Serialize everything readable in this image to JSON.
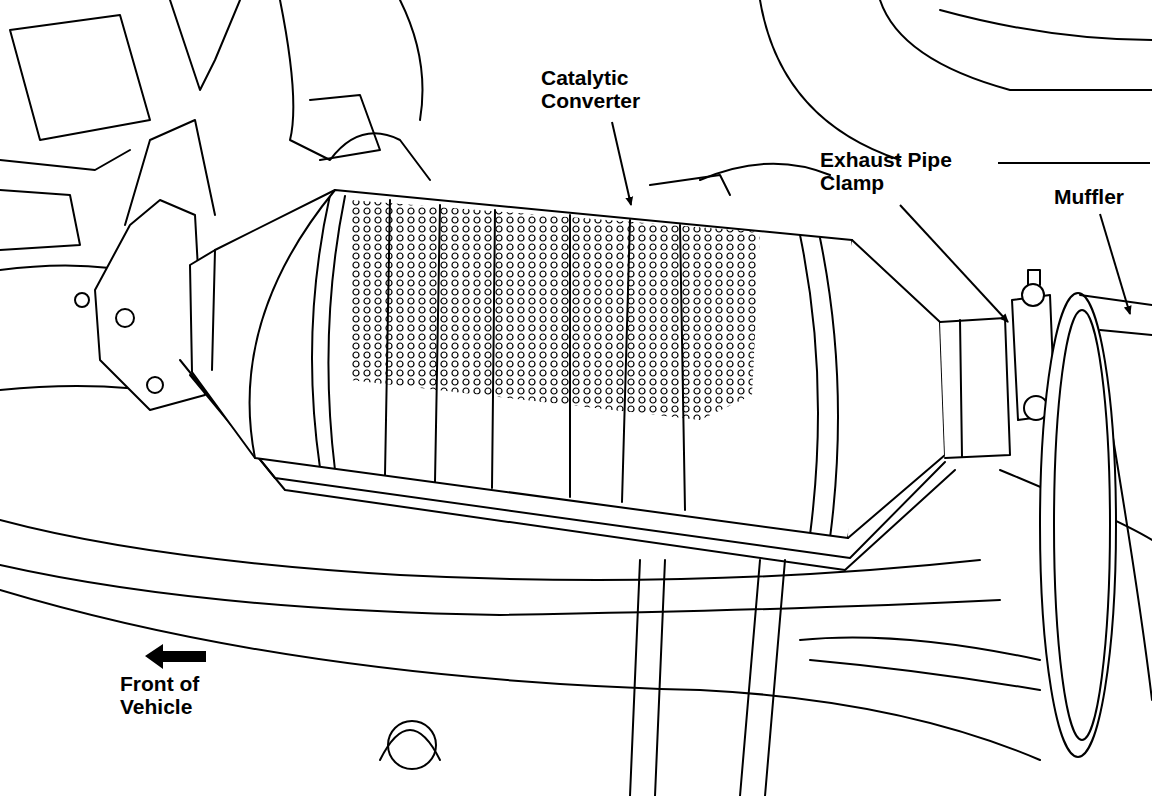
{
  "diagram": {
    "labels": [
      "Catalytic Converter",
      "Exhaust Pipe Clamp",
      "Muffler",
      "Front of Vehicle"
    ]
  }
}
